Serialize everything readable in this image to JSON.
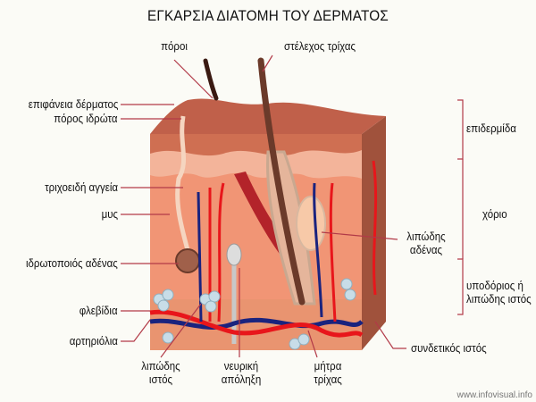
{
  "title": "ΕΓΚΑΡΣΙΑ ΔΙΑΤΟΜΗ ΤΟΥ ΔΕΡΜΑΤΟΣ",
  "labels": {
    "pores": "πόροι",
    "hair_shaft": "στέλεχος τρίχας",
    "skin_surface": "επιφάνεια δέρματος",
    "sweat_pore": "πόρος ιδρώτα",
    "capillaries": "τριχοειδή αγγεία",
    "muscle": "μυς",
    "sweat_gland": "ιδρωτοποιός αδένας",
    "venules": "φλεβίδια",
    "arterioles": "αρτηριόλια",
    "adipose_line1": "λιπώδης",
    "adipose_line2": "ιστός",
    "nerve_line1": "νευρική",
    "nerve_line2": "απόληξη",
    "matrix_line1": "μήτρα",
    "matrix_line2": "τρίχας",
    "sebaceous_line1": "λιπώδης",
    "sebaceous_line2": "αδένας",
    "connective": "συνδετικός ιστός",
    "epidermis": "επιδερμίδα",
    "dermis": "χόριο",
    "hypodermis_line1": "υποδόριος ή",
    "hypodermis_line2": "λιπώδης ιστός"
  },
  "watermark": "www.infovisual.info",
  "colors": {
    "leader": "#b23a48",
    "artery": "#e8161b",
    "vein": "#1a237e",
    "epidermis": "#c8664a",
    "dermis": "#f09474"
  }
}
